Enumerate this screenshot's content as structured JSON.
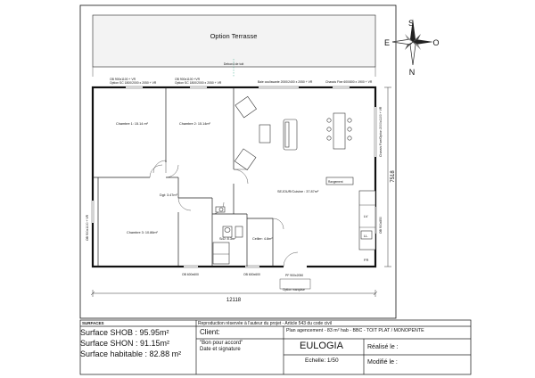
{
  "terrace": {
    "title": "Option Terrasse",
    "center_label": "Debord de toit"
  },
  "compass": {
    "north": "N",
    "south": "S",
    "east": "E",
    "west": "O"
  },
  "rooms": {
    "chambre1": "Chambre 1: 15.14 m²",
    "chambre2": "Chambre 2: 15.14m²",
    "chambre3": "Chambre 3: 10.86m²",
    "dgt": "Dgt: 3.47m²",
    "sejour": "SEJOUR/Cuisine : 37.87m²",
    "sdb": "SdJ: 8.3m²",
    "cellier": "Cellier: 4.8m²"
  },
  "openings": {
    "top1": "OB 900x1100 + VR",
    "top1b": "Option SC 1800/2000 x 2050 + VR",
    "top2": "OB 900x1100 +VR",
    "top2b": "Option SC 1800/2000 x 2050 + VR",
    "top3": "Baie coulissante 2000/2400 x 2050 + VR",
    "top4": "Chassis Fixe 600/800 x 1900 + VR",
    "left1": "OB 900x1100 + VR",
    "right1": "Chassis Fixe/Option 2000x1100 + VR",
    "right2": "OB 900x850",
    "bot1": "OB 600x600",
    "bot2": "OB 600x600",
    "bot3": "PF 900x2050",
    "option_marquise": "Option marquise",
    "tags": [
      "Rangement",
      "LV",
      "LL",
      "FR"
    ]
  },
  "dimensions": {
    "width": "12118",
    "height": "7518"
  },
  "cartouche": {
    "section_title": "SURFACES",
    "shob": "Surface SHOB : 95.95m²",
    "shon": "Surface SHON : 91.15m²",
    "habitable": "Surface habitable :  82.88 m²",
    "copyright": "Reproduction réservée à l'auteur du projet - Article 543 du code civil",
    "client_label": "Client:",
    "plan_desc": "Plan agencement - 83 m² hab - BBC - TOIT PLAT / MONOPENTE",
    "accord": "\"Bon pour accord\"",
    "date_signature": "Date et signature",
    "project_name": "EULOGIA",
    "scale": "Echelle: 1/50",
    "realise": "Réalisé le :",
    "modifie": "Modifié le :"
  }
}
